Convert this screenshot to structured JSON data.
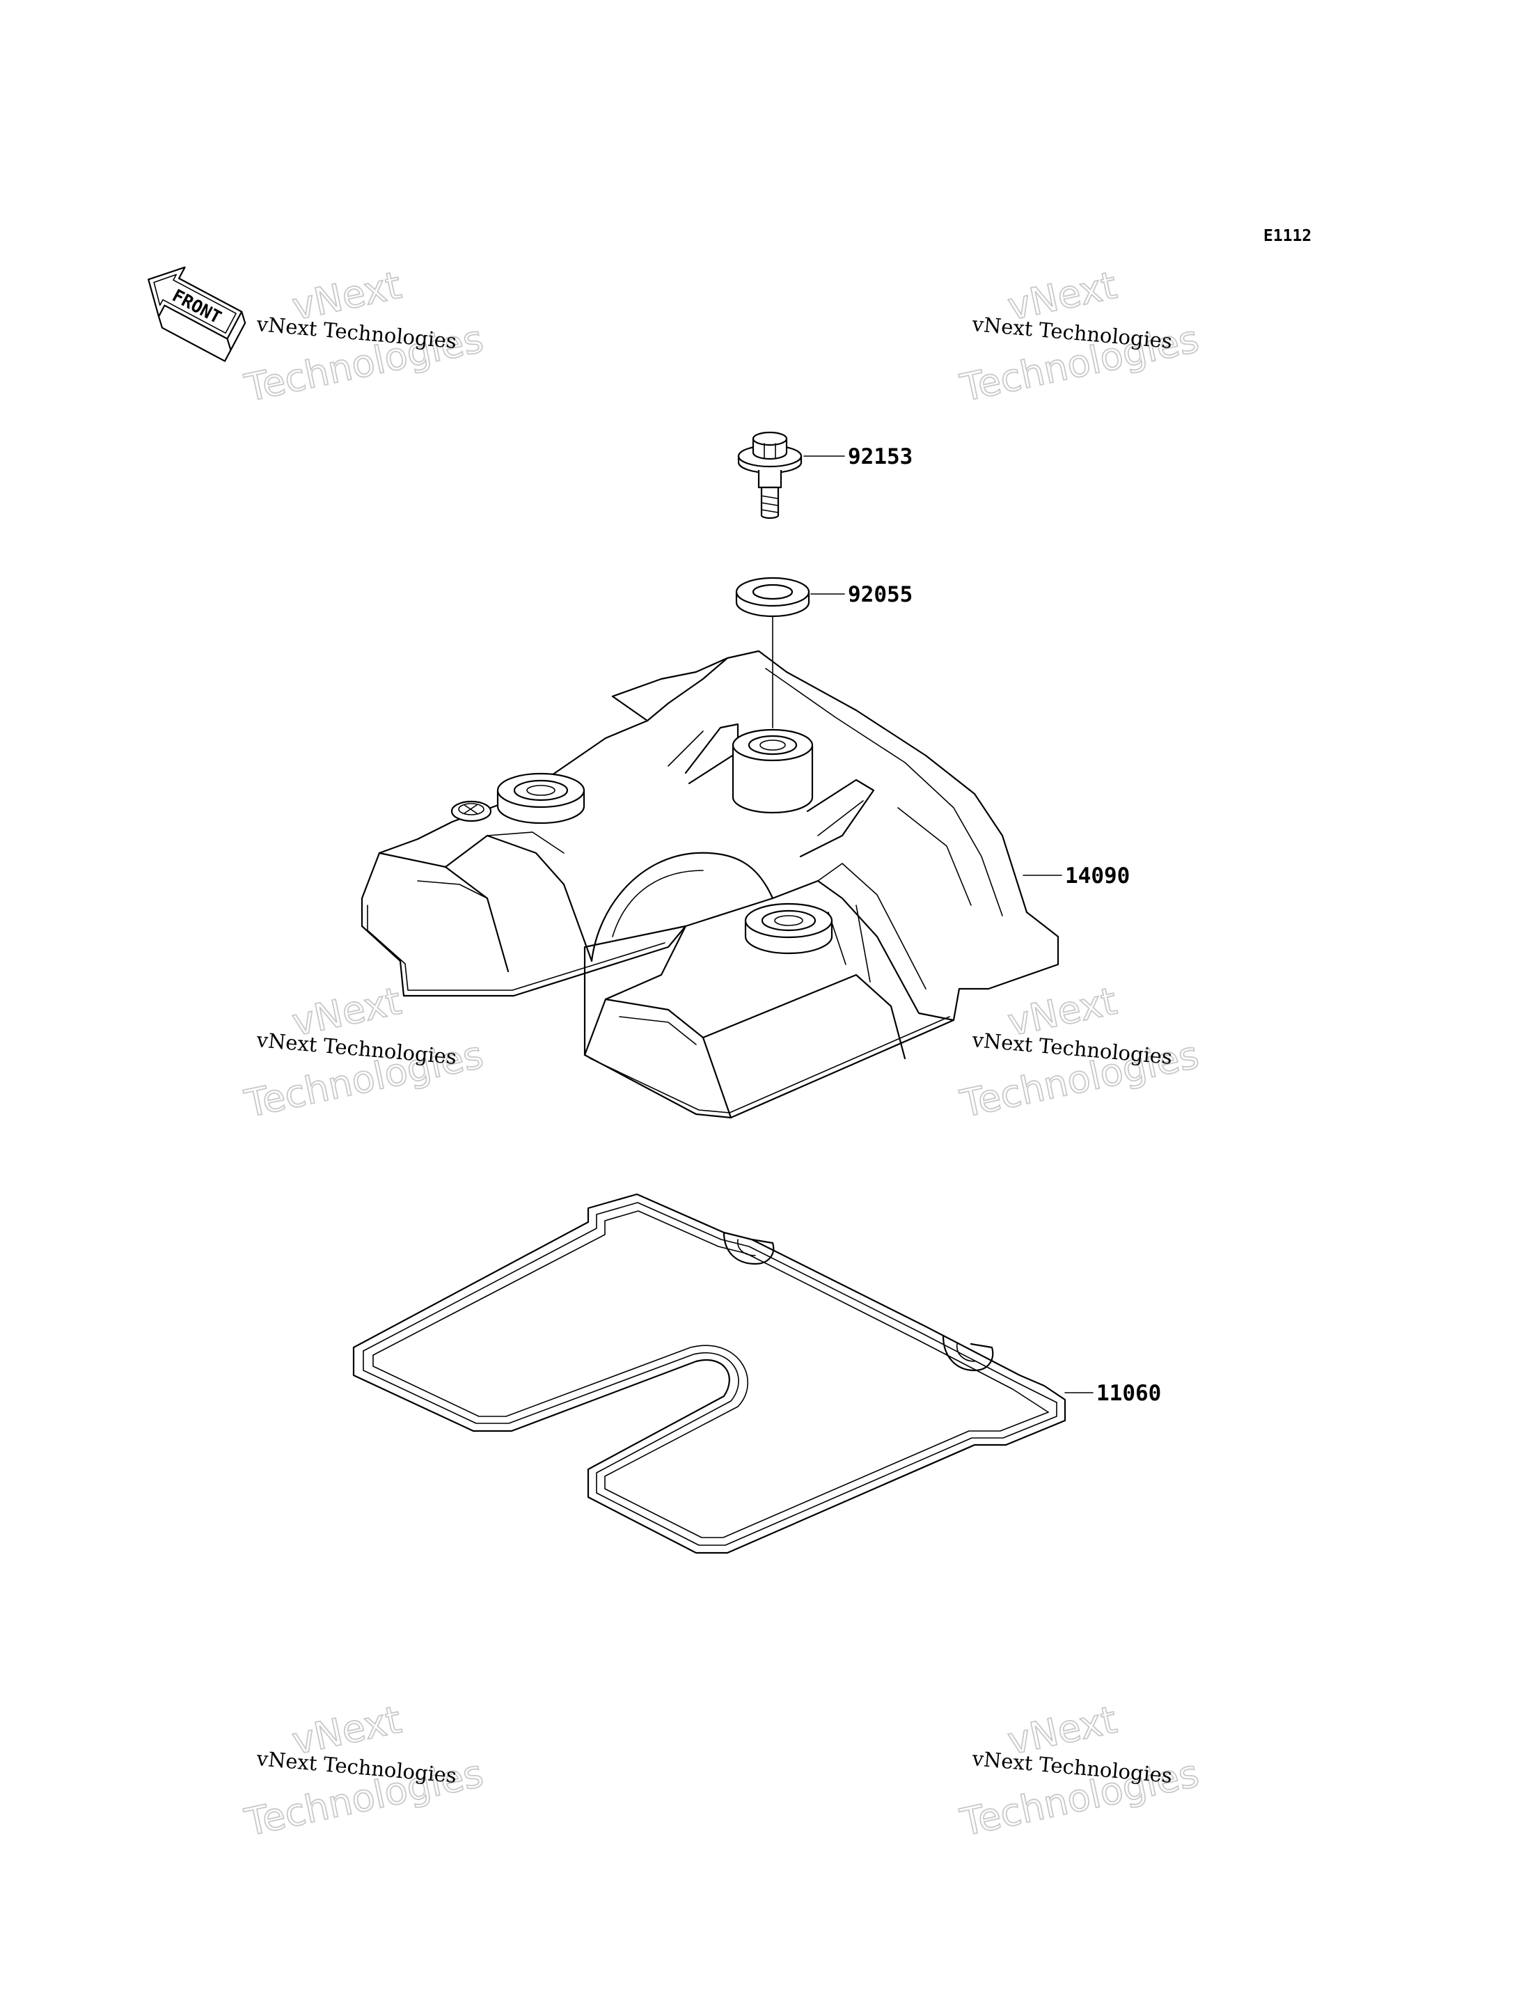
{
  "diagram": {
    "code": "E1112",
    "front_label": "FRONT",
    "parts": [
      {
        "id": "bolt",
        "number": "92153"
      },
      {
        "id": "grommet",
        "number": "92055"
      },
      {
        "id": "cylinder-head-cover",
        "number": "14090"
      },
      {
        "id": "gasket",
        "number": "11060"
      }
    ],
    "watermark": {
      "line_small": "vNext Technologies",
      "line_top": "vNext",
      "line_bottom": "Technologies"
    }
  }
}
